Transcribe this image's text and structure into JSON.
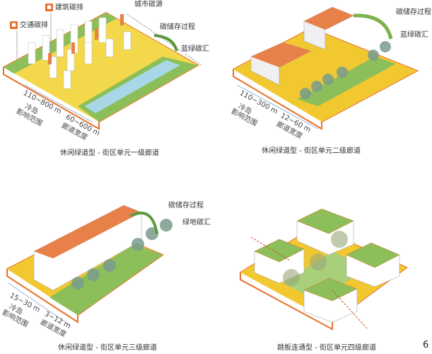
{
  "colors": {
    "slab_top": "#f2c830",
    "slab_edge": "#e8702a",
    "green": "#7bb24a",
    "water": "#a8d8e8",
    "roof": "#e8804a",
    "tree": "#7a9c8c"
  },
  "panels": [
    {
      "caption": "休闲绿道型 - 街区单元一级廊道",
      "labels": {
        "traffic": "交通碳排",
        "building": "建筑碳排",
        "source": "城市碳源",
        "storage": "碳储存过程",
        "sink": "蓝绿碳汇"
      },
      "icons": {
        "traffic": "car-icon",
        "building": "building-icon"
      },
      "dims": {
        "range_value": "110~800 m",
        "range_l1": "冷岛",
        "range_l2": "影响范围",
        "width_value": "60~600 m",
        "width_label": "廊道宽度"
      }
    },
    {
      "caption": "休闲绿道型 - 街区单元二级廊道",
      "labels": {
        "storage": "碳储存过程",
        "sink": "蓝绿碳汇"
      },
      "dims": {
        "range_value": "110~300 m",
        "range_l1": "冷岛",
        "range_l2": "影响范围",
        "width_value": "12~60 m",
        "width_label": "廊道宽度"
      }
    },
    {
      "caption": "休闲绿道型 - 街区单元三级廊道",
      "labels": {
        "storage": "碳储存过程",
        "sink": "绿地碳汇"
      },
      "dims": {
        "range_value": "15~30 m",
        "range_l1": "冷岛",
        "range_l2": "影响范围",
        "width_value": "3~12 m",
        "width_label": "廊道宽度"
      }
    },
    {
      "caption": "跳板连通型 - 街区单元四级廊道"
    }
  ],
  "page_number": "6"
}
